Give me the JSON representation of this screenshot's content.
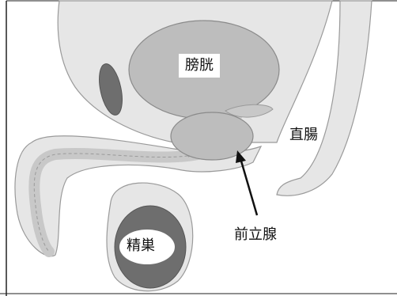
{
  "labels": {
    "bladder": "膀胱",
    "rectum": "直腸",
    "prostate": "前立腺",
    "testis": "精巣"
  },
  "colors": {
    "tissue_light": "#e6e6e6",
    "tissue_mid": "#c8c8c8",
    "organ_fill": "#bdbdbd",
    "dark_organ": "#6e6e6e",
    "outline": "#9a9a9a",
    "frame": "#222222",
    "arrow": "#111111"
  }
}
